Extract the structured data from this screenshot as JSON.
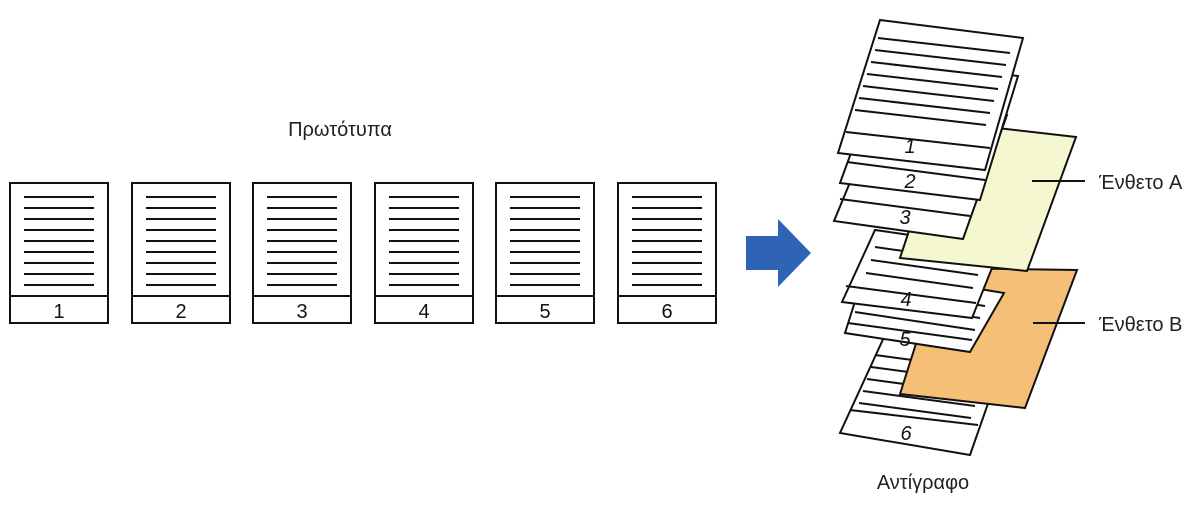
{
  "originals": {
    "title": "Πρωτότυπα",
    "pages": [
      "1",
      "2",
      "3",
      "4",
      "5",
      "6"
    ]
  },
  "arrow": {
    "icon": "right-arrow-icon",
    "color": "#2f63b6"
  },
  "copy": {
    "title": "Αντίγραφο",
    "page_numbers": [
      "1",
      "2",
      "3",
      "4",
      "5",
      "6"
    ],
    "inserts": [
      {
        "label": "Ένθετο A",
        "color": "#f4f7cf"
      },
      {
        "label": "Ένθετο B",
        "color": "#f6bf78"
      }
    ]
  },
  "colors": {
    "line": "#111111",
    "paper": "#ffffff"
  }
}
